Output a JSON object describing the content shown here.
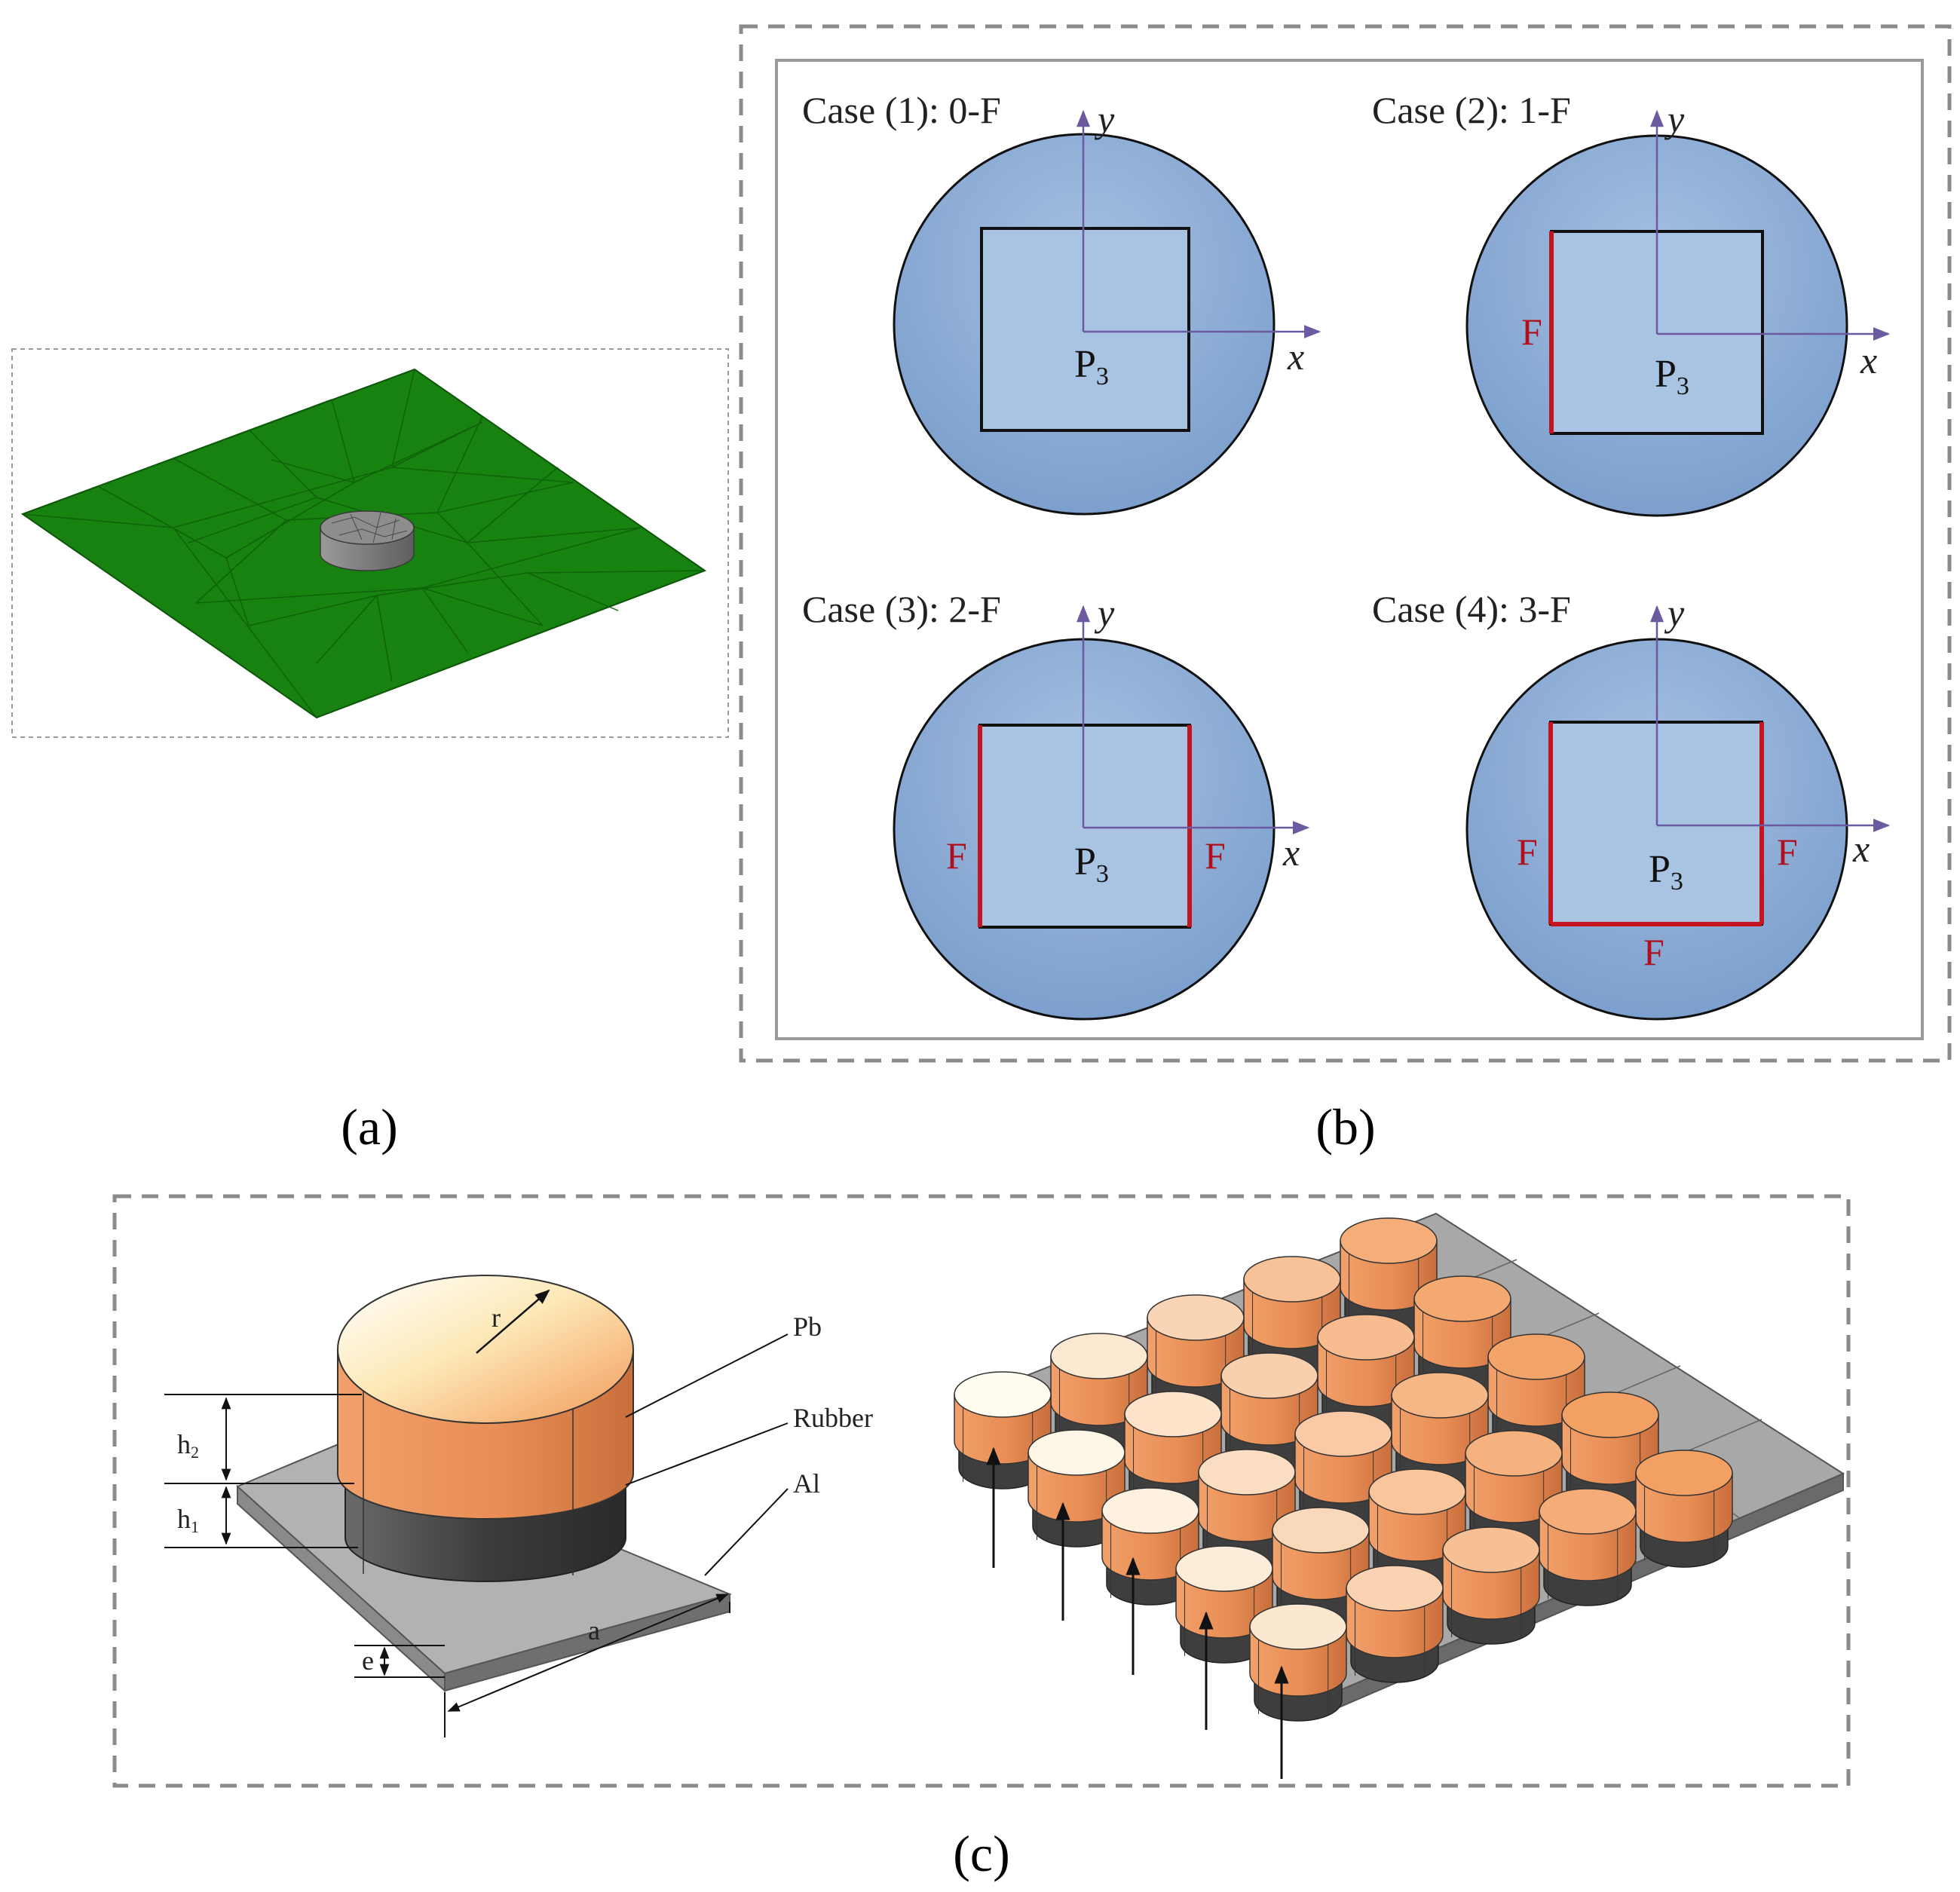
{
  "panels": {
    "a": {
      "label": "(a)"
    },
    "b": {
      "label": "(b)",
      "cases": [
        {
          "title": "Case (1): 0-F",
          "x_axis": "x",
          "y_axis": "y",
          "point": "P",
          "point_sub": "3",
          "f_marks": []
        },
        {
          "title": "Case (2): 1-F",
          "x_axis": "x",
          "y_axis": "y",
          "point": "P",
          "point_sub": "3",
          "f_marks": [
            "F"
          ]
        },
        {
          "title": "Case (3): 2-F",
          "x_axis": "x",
          "y_axis": "y",
          "point": "P",
          "point_sub": "3",
          "f_marks": [
            "F",
            "F"
          ]
        },
        {
          "title": "Case (4): 3-F",
          "x_axis": "x",
          "y_axis": "y",
          "point": "P",
          "point_sub": "3",
          "f_marks": [
            "F",
            "F",
            "F"
          ]
        }
      ]
    },
    "c": {
      "label": "(c)",
      "materials": {
        "top": "Pb",
        "middle": "Rubber",
        "base": "Al"
      },
      "dimensions": {
        "radius": "r",
        "h2": "h",
        "h2_sub": "2",
        "h1": "h",
        "h1_sub": "1",
        "thickness": "e",
        "lattice": "a"
      }
    }
  },
  "colors": {
    "mesh_plate": "#16800f",
    "cylinder": "#7a7a7a",
    "disk_fill": "#8fb0d6",
    "square_fill": "#a9c3e2",
    "axis": "#6b5aa0",
    "fixed_edge": "#c4141e",
    "frame": "#8a8a8a",
    "pb_side": "#e8935e",
    "pb_top_light": "#fffbe6",
    "pb_top_dark": "#f39a5c",
    "rubber": "#4a4a4a",
    "aluminium": "#a8a8a8"
  }
}
